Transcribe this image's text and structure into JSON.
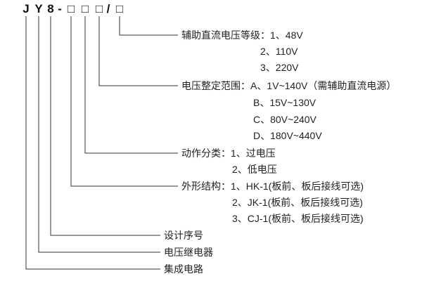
{
  "model": {
    "chars": [
      "J",
      "Y",
      "8",
      "-",
      "□",
      "□",
      "□",
      "/",
      "□"
    ]
  },
  "groups": {
    "aux_dc_voltage": {
      "main": "辅助直流电压等级：1、48V",
      "items": [
        "2、110V",
        "3、220V"
      ]
    },
    "voltage_setting_range": {
      "main": "电压整定范围：A、1V~140V（需辅助直流电源）",
      "items": [
        "B、15V~130V",
        "C、80V~240V",
        "D、180V~440V"
      ]
    },
    "action_class": {
      "main": "动作分类：1、过电压",
      "items": [
        "2、低电压"
      ]
    },
    "structure": {
      "main": "外形结构：1、HK-1(板前、板后接线可选)",
      "items": [
        "2、JK-1(板前、板后接线可选)",
        "3、CJ-1(板前、板后接线可选)"
      ]
    },
    "design_serial": {
      "main": "设计序号"
    },
    "voltage_relay": {
      "main": "电压继电器"
    },
    "integrated_circuit": {
      "main": "集成电路"
    }
  }
}
